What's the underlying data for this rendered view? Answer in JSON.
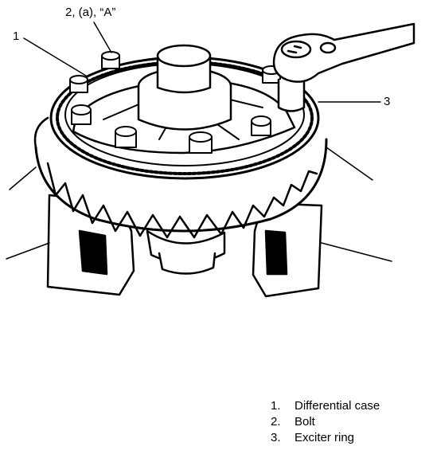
{
  "callouts": {
    "c1": "1",
    "c2": "2, (a), “A”",
    "c3": "3"
  },
  "legend": {
    "items": [
      {
        "num": "1.",
        "label": "Differential case"
      },
      {
        "num": "2.",
        "label": "Bolt"
      },
      {
        "num": "3.",
        "label": "Exciter ring"
      }
    ]
  }
}
